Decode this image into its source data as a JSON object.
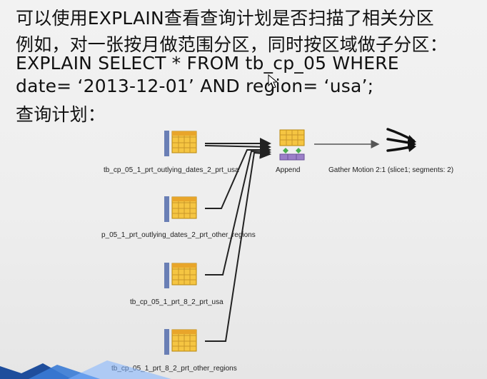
{
  "text": {
    "line1": "可以使用EXPLAIN查看查询计划是否扫描了相关分区",
    "line2": "例如，对一张按月做范围分区，同时按区域做子分区：",
    "line3": " EXPLAIN SELECT * FROM tb_cp_05 WHERE",
    "line4": "date= ‘2013-12-01’  AND region= ‘usa’;",
    "line5": "查询计划："
  },
  "plan": {
    "scan_nodes": [
      {
        "label": "tb_cp_05_1_prt_outlying_dates_2_prt_usa",
        "icon": "table-scan-icon"
      },
      {
        "label": "p_05_1_prt_outlying_dates_2_prt_other_regions",
        "icon": "table-scan-icon"
      },
      {
        "label": "tb_cp_05_1_prt_8_2_prt_usa",
        "icon": "table-scan-icon"
      },
      {
        "label": "tb_cp_05_1_prt_8_2_prt_other_regions",
        "icon": "table-scan-icon"
      }
    ],
    "append": {
      "label": "Append",
      "icon": "append-icon"
    },
    "gather": {
      "label": "Gather Motion 2:1  (slice1; segments: 2)",
      "icon": "gather-motion-icon"
    },
    "colors": {
      "table_fill": "#f5c542",
      "table_border": "#b8860b",
      "scan_bar": "#6a7fb5",
      "append_purple": "#9b7fc8",
      "arrow": "#222222"
    }
  }
}
